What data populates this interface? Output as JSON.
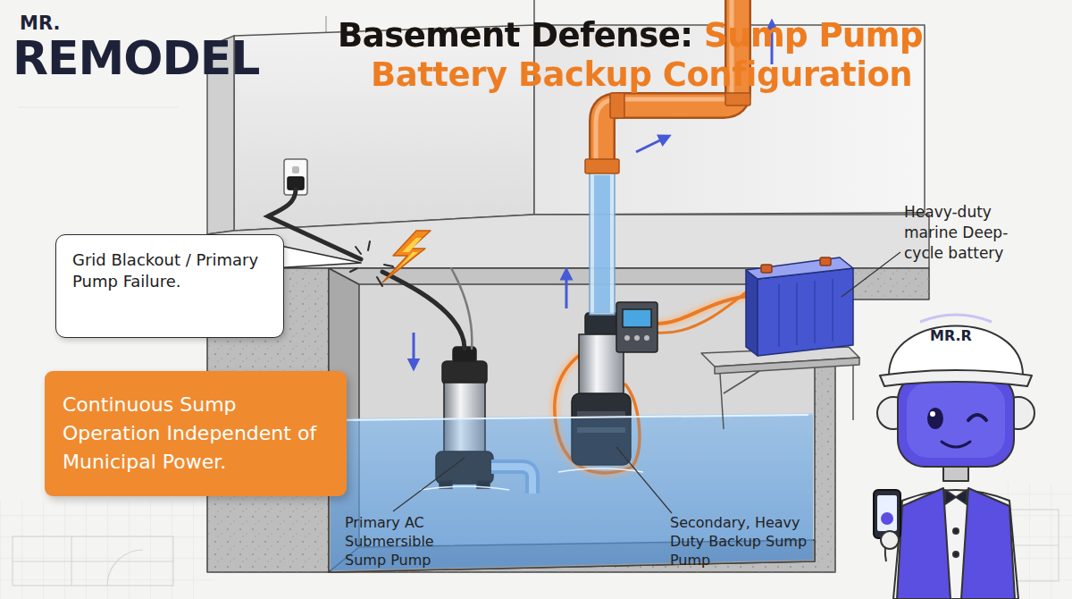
{
  "diagram": {
    "title": "Basement Defense: Sump Pump Battery Backup Configuration",
    "nodes": [
      {
        "text": [
          "Grid Blackout / Primary Pump Failure."
        ]
      },
      {
        "text": [
          "Continuous Sump Operation Independent of Municipal Power."
        ]
      }
    ],
    "labels": [
      "MR.",
      "REMODEL",
      "Heavy-duty marine Deep-cycle battery",
      "Primary AC Submersible Sump Pump",
      "Secondary, Heavy Duty Backup Sump Pump",
      "MR.R"
    ]
  }
}
